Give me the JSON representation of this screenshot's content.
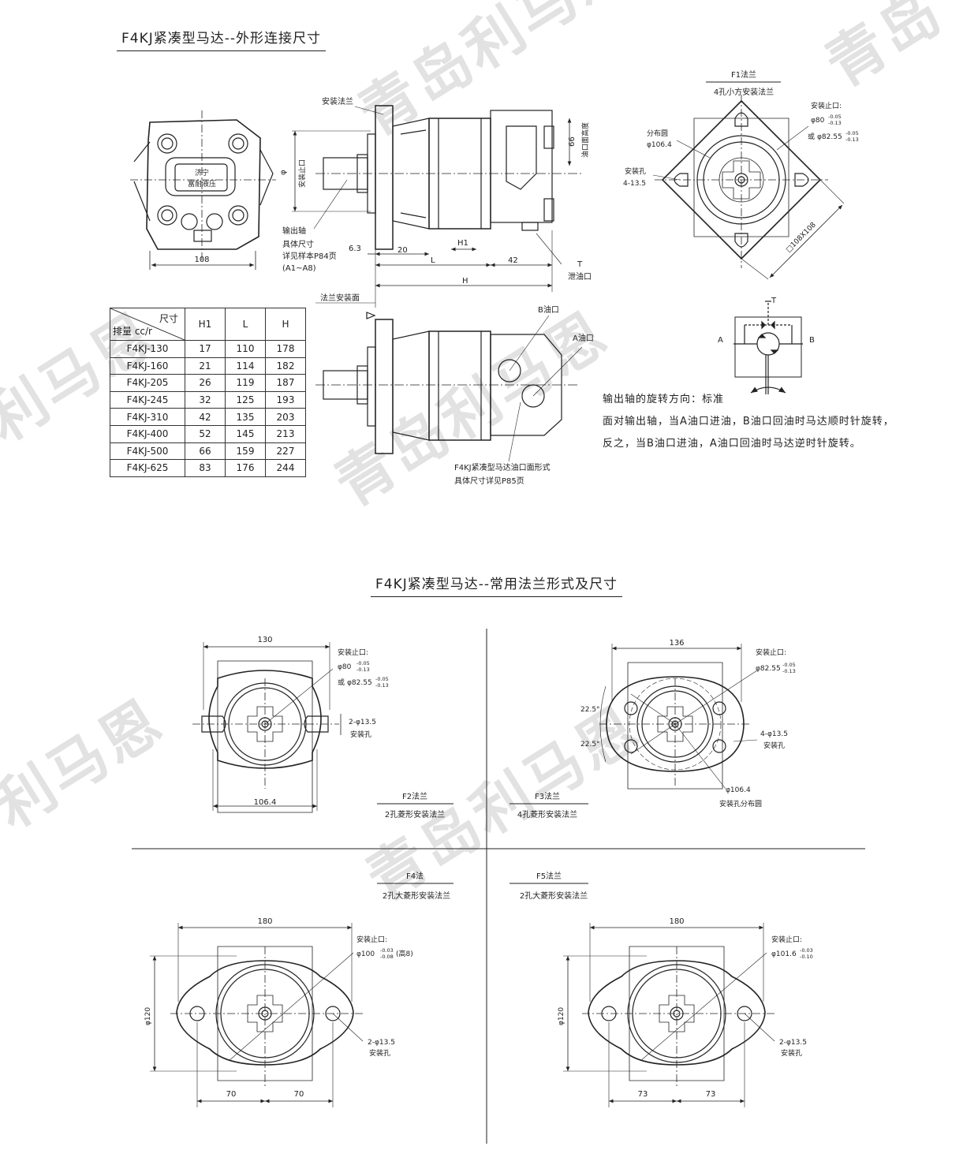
{
  "titles": {
    "top": "F4KJ紧凑型马达--外形连接尺寸",
    "bottom": "F4KJ紧凑型马达--常用法兰形式及尺寸"
  },
  "watermark": [
    "青岛利马恩",
    "利马恩",
    "青岛利马恩",
    "青岛",
    "青岛利马恩",
    "利马恩"
  ],
  "front_view": {
    "nameplate_line1": "济宁",
    "nameplate_line2": "富耐液压",
    "width_dim": "108"
  },
  "side_view": {
    "label_flange": "安装法兰",
    "label_phi": "φ",
    "label_spigot": "安装止口",
    "label_shaft": "输出轴",
    "label_shaft_note1": "具体尺寸",
    "label_shaft_note2": "详见样本P84页",
    "label_shaft_note3": "(A1~A8)",
    "dim_63": "6.3",
    "dim_20": "20",
    "dim_L": "L",
    "dim_H1": "H1",
    "dim_42": "42",
    "dim_H": "H",
    "dim_66": "66",
    "label_oil_height": "油口面高度",
    "label_T": "T",
    "label_drain": "泄油口",
    "label_flange_face": "法兰安装面"
  },
  "f1_view": {
    "name": "F1法兰",
    "desc": "4孔小方安装法兰",
    "spigot_label": "安装止口:",
    "spigot_d1": "φ80",
    "spigot_tol1_up": "-0.05",
    "spigot_tol1_dn": "-0.13",
    "spigot_or": "或",
    "spigot_d2": "φ82.55",
    "spigot_tol2_up": "-0.05",
    "spigot_tol2_dn": "-0.13",
    "pcd_label": "分布圆",
    "pcd_value": "φ106.4",
    "hole_label": "安装孔",
    "hole_value": "4-13.5",
    "square": "□108X108"
  },
  "spec_table": {
    "header_size": "尺寸",
    "header_disp": "排量 cc/r",
    "columns": [
      "H1",
      "L",
      "H"
    ],
    "rows": [
      {
        "model": "F4KJ-130",
        "H1": "17",
        "L": "110",
        "H": "178"
      },
      {
        "model": "F4KJ-160",
        "H1": "21",
        "L": "114",
        "H": "182"
      },
      {
        "model": "F4KJ-205",
        "H1": "26",
        "L": "119",
        "H": "187"
      },
      {
        "model": "F4KJ-245",
        "H1": "32",
        "L": "125",
        "H": "193"
      },
      {
        "model": "F4KJ-310",
        "H1": "42",
        "L": "135",
        "H": "203"
      },
      {
        "model": "F4KJ-400",
        "H1": "52",
        "L": "145",
        "H": "213"
      },
      {
        "model": "F4KJ-500",
        "H1": "66",
        "L": "159",
        "H": "227"
      },
      {
        "model": "F4KJ-625",
        "H1": "83",
        "L": "176",
        "H": "244"
      }
    ]
  },
  "port_view": {
    "label_B": "B油口",
    "label_A": "A油口",
    "note1": "F4KJ紧凑型马达油口面形式",
    "note2": "具体尺寸详见P85页"
  },
  "symbol": {
    "T": "T",
    "A": "A",
    "B": "B"
  },
  "rotation_note": {
    "line1": "输出轴的旋转方向：标准",
    "line2": "面对输出轴，当A油口进油，B油口回油时马达顺时针旋转，",
    "line3": "反之，当B油口进油，A油口回油时马达逆时针旋转。"
  },
  "f2_view": {
    "width": "130",
    "bottom_dim": "106.4",
    "spigot_label": "安装止口:",
    "spigot_d1": "φ80",
    "spigot_tol1_up": "-0.05",
    "spigot_tol1_dn": "-0.13",
    "spigot_or": "或",
    "spigot_d2": "φ82.55",
    "spigot_tol2_up": "-0.05",
    "spigot_tol2_dn": "-0.13",
    "hole_value": "2-φ13.5",
    "hole_label": "安装孔",
    "name": "F2法兰",
    "desc": "2孔菱形安装法兰"
  },
  "f3_view": {
    "width": "136",
    "spigot_label": "安装止口:",
    "spigot_d": "φ82.55",
    "spigot_tol_up": "-0.05",
    "spigot_tol_dn": "-0.13",
    "angle1": "22.5°",
    "angle2": "22.5°",
    "hole_value": "4-φ13.5",
    "hole_label": "安装孔",
    "pcd_value": "φ106.4",
    "pcd_label": "安装孔分布圆",
    "name": "F3法兰",
    "desc": "4孔菱形安装法兰"
  },
  "f4_view": {
    "name": "F4法",
    "desc": "2孔大菱形安装法兰",
    "width": "180",
    "spigot_label": "安装止口:",
    "spigot_d": "φ100",
    "spigot_tol_up": "-0.03",
    "spigot_tol_dn": "-0.08",
    "spigot_note": "(高8)",
    "height": "φ120",
    "hole_value": "2-φ13.5",
    "hole_label": "安装孔",
    "half_left": "70",
    "half_right": "70"
  },
  "f5_view": {
    "name": "F5法兰",
    "desc": "2孔大菱形安装法兰",
    "width": "180",
    "spigot_label": "安装止口:",
    "spigot_d": "φ101.6",
    "spigot_tol_up": "-0.03",
    "spigot_tol_dn": "-0.10",
    "height": "φ120",
    "hole_value": "2-φ13.5",
    "hole_label": "安装孔",
    "half_left": "73",
    "half_right": "73"
  }
}
